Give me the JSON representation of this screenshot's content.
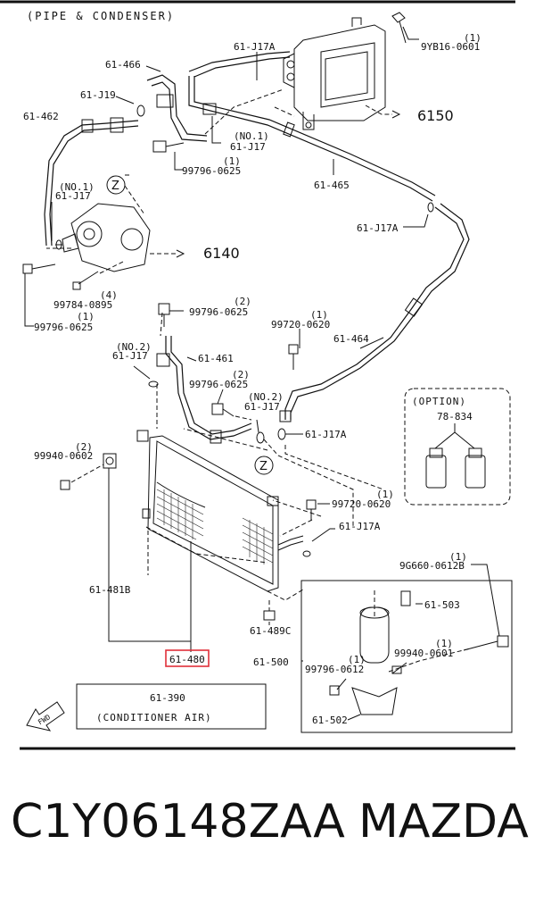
{
  "diagram": {
    "header": "(PIPE & CONDENSER)",
    "labels": {
      "l_61J17A_top": "61-J17A",
      "l_1_9yb": "(1)",
      "l_9YB16": "9YB16-0601",
      "l_61466": "61-466",
      "l_61J19": "61-J19",
      "l_61462": "61-462",
      "l_6150": "6150",
      "l_no1_a": "(NO.1)",
      "l_61J17_a": "61-J17",
      "l_1_99796a": "(1)",
      "l_99796_a": "99796-0625",
      "l_61465": "61-465",
      "l_no1_b": "(NO.1)",
      "l_61J17_b": "61-J17",
      "l_61J17A_mid": "61-J17A",
      "l_6140": "6140",
      "l_4": "(4)",
      "l_99784": "99784-0895",
      "l_1_99796b": "(1)",
      "l_99796_b": "99796-0625",
      "l_2_99796c": "(2)",
      "l_99796_c": "99796-0625",
      "l_1_99720a": "(1)",
      "l_99720_a": "99720-0620",
      "l_61464": "61-464",
      "l_no2_a": "(NO.2)",
      "l_61J17_c": "61-J17",
      "l_61461": "61-461",
      "l_2_99796d": "(2)",
      "l_99796_d": "99796-0625",
      "l_no2_b": "(NO.2)",
      "l_61J17_d": "61-J17",
      "l_61J17A_low": "61-J17A",
      "l_2_99940": "(2)",
      "l_99940_a": "99940-0602",
      "l_1_99720b": "(1)",
      "l_99720_b": "99720-0620",
      "l_61J17A_cond": "61-J17A",
      "l_1_9g660": "(1)",
      "l_9G660": "9G660-0612B",
      "l_61481B": "61-481B",
      "l_61503": "61-503",
      "l_61489C": "61-489C",
      "l_1_99940b": "(1)",
      "l_99940_b": "99940-0601",
      "l_61480": "61-480",
      "l_61500": "61-500",
      "l_1_99796e": "(1)",
      "l_99796_e": "99796-0612",
      "l_61502": "61-502",
      "l_61390": "61-390",
      "l_conditioner": "(CONDITIONER AIR)",
      "l_fwd": "FWD",
      "l_z1": "Z",
      "l_z2": "Z",
      "option_title": "(OPTION)",
      "option_part": "78-834"
    }
  },
  "footer": {
    "part_number": "C1Y06148ZAA",
    "brand": "MAZDA"
  },
  "colors": {
    "line": "#111111",
    "highlight": "#e0303a",
    "background": "#ffffff"
  }
}
